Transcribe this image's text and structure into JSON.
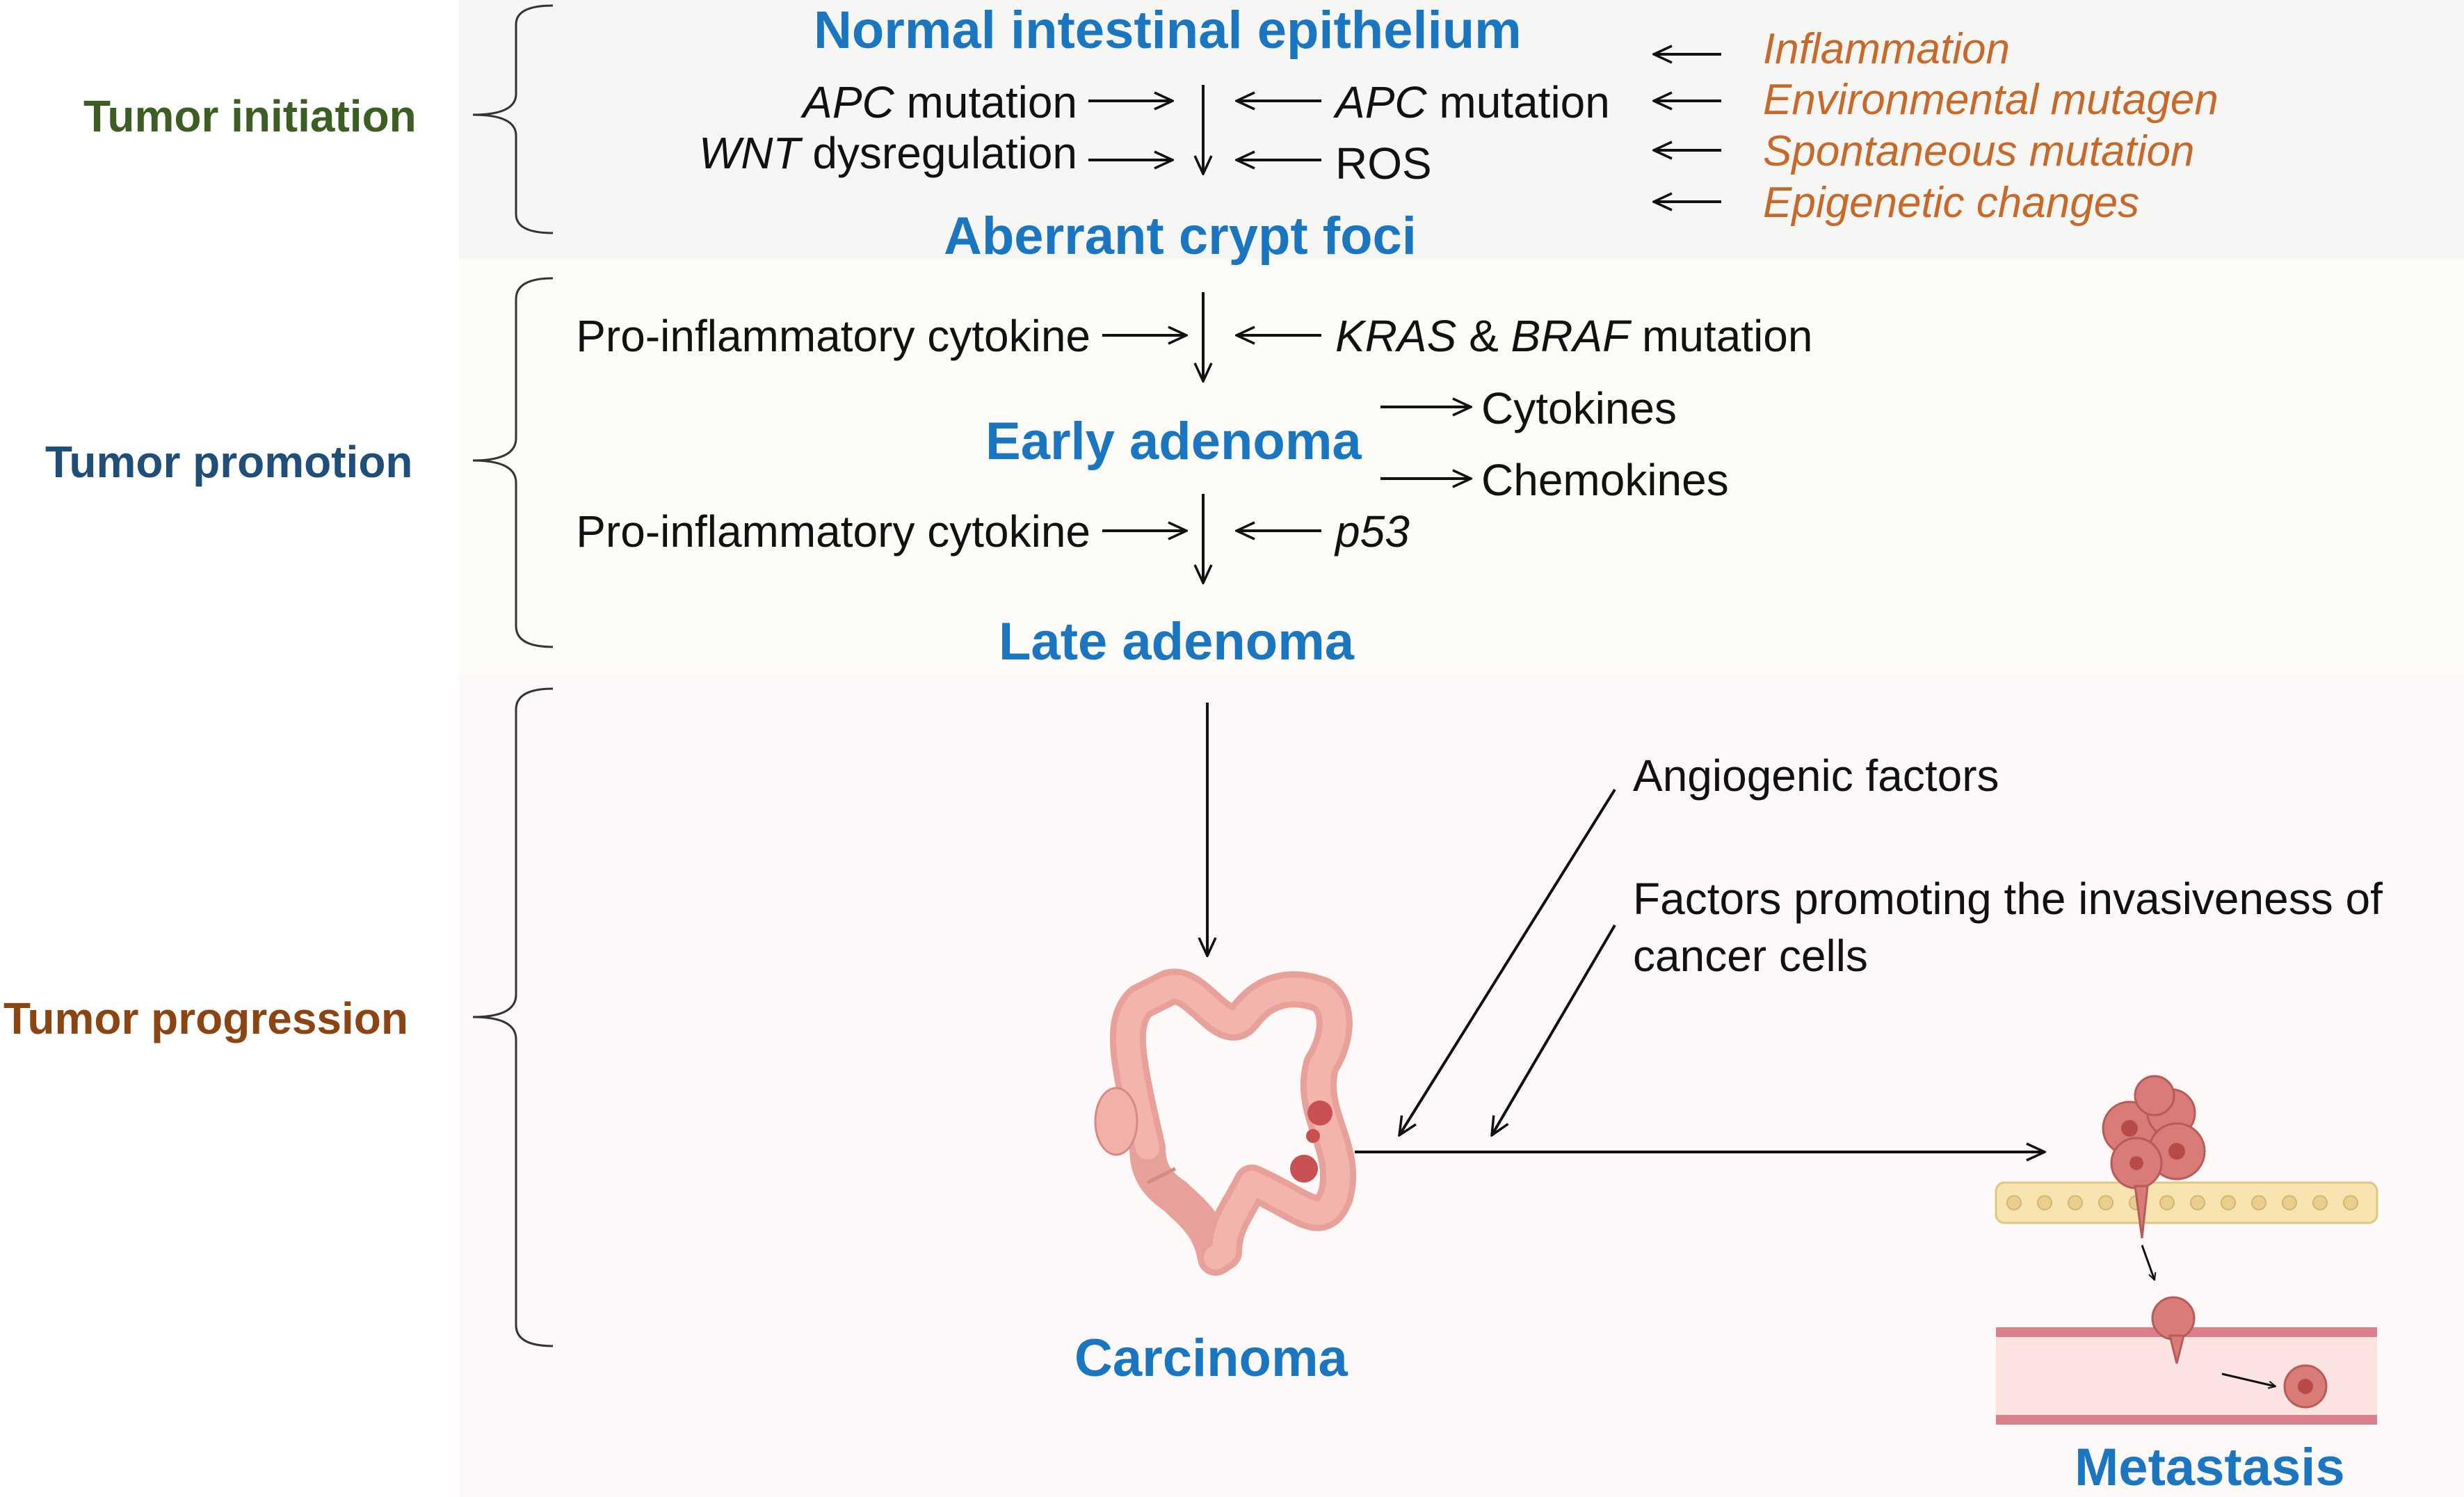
{
  "colors": {
    "stage_blue": "#1a76c0",
    "phase_initiation": "#3c5e23",
    "phase_promotion": "#1f4e79",
    "phase_progression": "#8b4513",
    "external_factor": "#c8692a"
  },
  "phases": {
    "initiation": "Tumor initiation",
    "promotion": "Tumor promotion",
    "progression": "Tumor progression"
  },
  "stages": {
    "normal": "Normal intestinal epithelium",
    "acf": "Aberrant crypt foci",
    "early": "Early adenoma",
    "late": "Late adenoma",
    "carcinoma": "Carcinoma",
    "metastasis": "Metastasis"
  },
  "initiation_left": [
    {
      "gene": "APC",
      "text": " mutation"
    },
    {
      "gene": "WNT",
      "text": " dysregulation"
    }
  ],
  "initiation_right": {
    "apc_gene": "APC",
    "apc_text": " mutation",
    "ros": "ROS"
  },
  "external_factors": [
    "Inflammation",
    "Environmental mutagen",
    "Spontaneous mutation",
    "Epigenetic changes"
  ],
  "promotion": {
    "left_1": "Pro-inflammatory cytokine",
    "right_1_gene_a": "KRAS",
    "right_1_amp": " & ",
    "right_1_gene_b": "BRAF",
    "right_1_text": " mutation",
    "out_1": "Cytokines",
    "out_2": "Chemokines",
    "left_2": "Pro-inflammatory cytokine",
    "right_2": "p53"
  },
  "progression": {
    "factor_1": "Angiogenic  factors",
    "factor_2_line1": "Factors promoting the invasiveness of",
    "factor_2_line2": "cancer cells"
  }
}
